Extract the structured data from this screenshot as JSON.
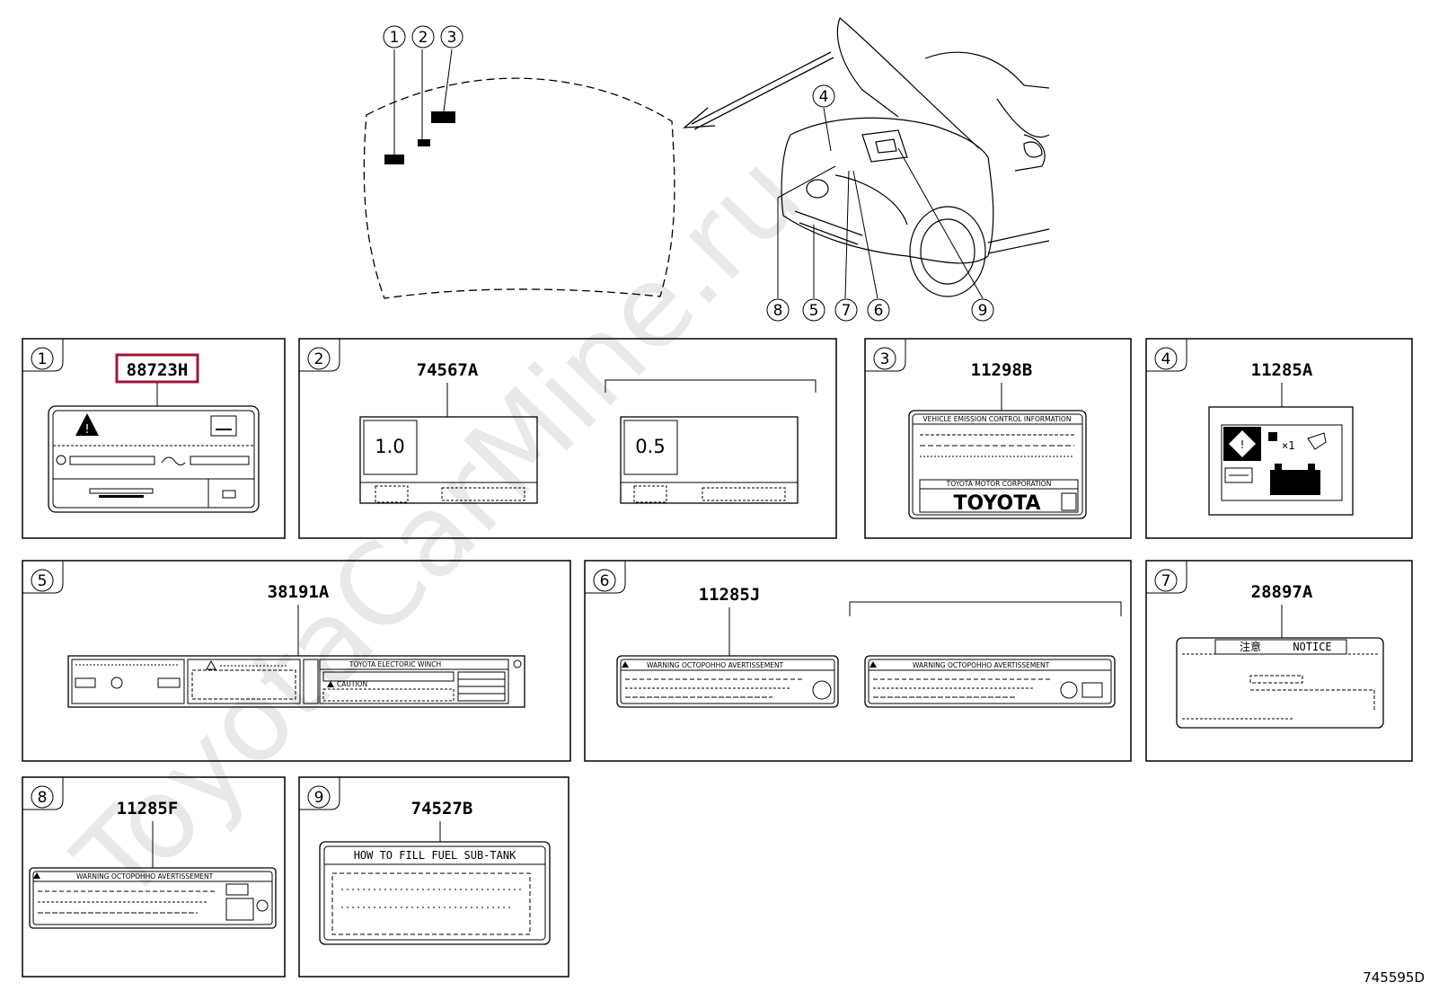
{
  "watermark": "ToyotaCarMine.ru",
  "overview": {
    "hood_callouts": [
      "1",
      "2",
      "3"
    ],
    "car_callouts": [
      "4",
      "5",
      "6",
      "7",
      "8",
      "9"
    ]
  },
  "panels": [
    {
      "index": "1",
      "part_no": "88723H",
      "highlighted": true
    },
    {
      "index": "2",
      "part_no": "74567A",
      "values": [
        "1.0",
        "0.5"
      ]
    },
    {
      "index": "3",
      "part_no": "11298B",
      "header": "VEHICLE EMISSION CONTROL INFORMATION",
      "maker": "TOYOTA MOTOR CORPORATION",
      "brand": "TOYOTA"
    },
    {
      "index": "4",
      "part_no": "11285A",
      "symbol": "×1"
    },
    {
      "index": "5",
      "part_no": "38191A",
      "winch_title": "TOYOTA ELECTORIC WINCH",
      "caution": "CAUTION"
    },
    {
      "index": "6",
      "part_no": "11285J",
      "warning": "WARNING OCTOPOHHO AVERTISSEMENT"
    },
    {
      "index": "7",
      "part_no": "28897A",
      "notice_cjk": "注意",
      "notice": "NOTICE"
    },
    {
      "index": "8",
      "part_no": "11285F",
      "warning": "WARNING OCTOPOHHO AVERTISSEMENT"
    },
    {
      "index": "9",
      "part_no": "74527B",
      "title": "HOW TO FILL FUEL SUB-TANK"
    }
  ],
  "footer_code": "745595D",
  "colors": {
    "highlight": "#a01535",
    "line": "#000000",
    "watermark": "#e9e9e9"
  }
}
